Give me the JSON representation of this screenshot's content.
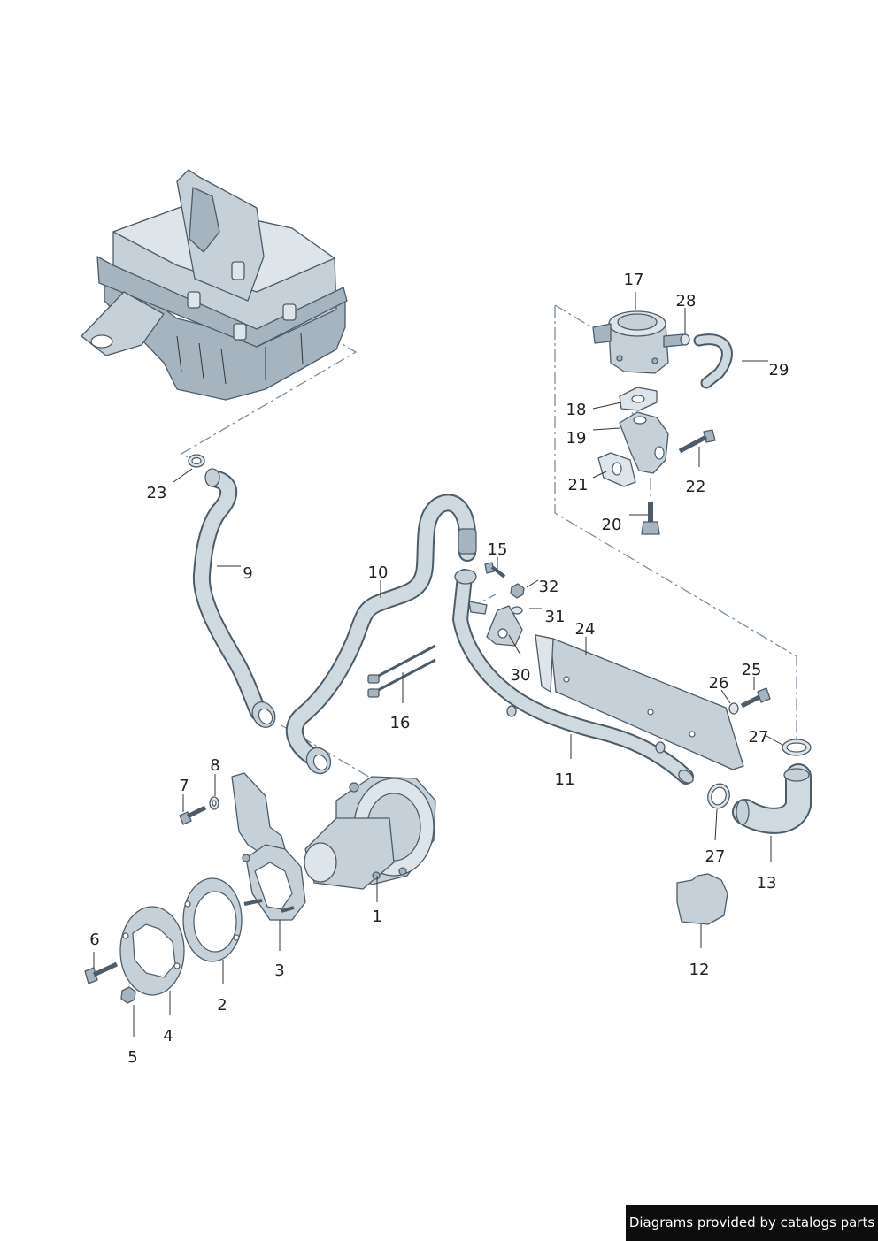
{
  "colors": {
    "part": "#c5d0d8",
    "outline": "#4d5c68",
    "hose": "#cfd9e0",
    "dash_line": "#7a8ea3",
    "footer_bg": "#0d0d0d"
  },
  "callouts": {
    "c1": "1",
    "c2": "2",
    "c3": "3",
    "c4": "4",
    "c5": "5",
    "c6": "6",
    "c7": "7",
    "c8": "8",
    "c9": "9",
    "c10": "10",
    "c11": "11",
    "c12": "12",
    "c13": "13",
    "c15": "15",
    "c16": "16",
    "c17": "17",
    "c18": "18",
    "c19": "19",
    "c20": "20",
    "c21": "21",
    "c22": "22",
    "c23": "23",
    "c24": "24",
    "c25": "25",
    "c26": "26",
    "c27a": "27",
    "c27b": "27",
    "c28": "28",
    "c29": "29",
    "c30": "30",
    "c31": "31",
    "c32": "32"
  },
  "footer": {
    "text": "Diagrams provided by catalogs parts"
  }
}
